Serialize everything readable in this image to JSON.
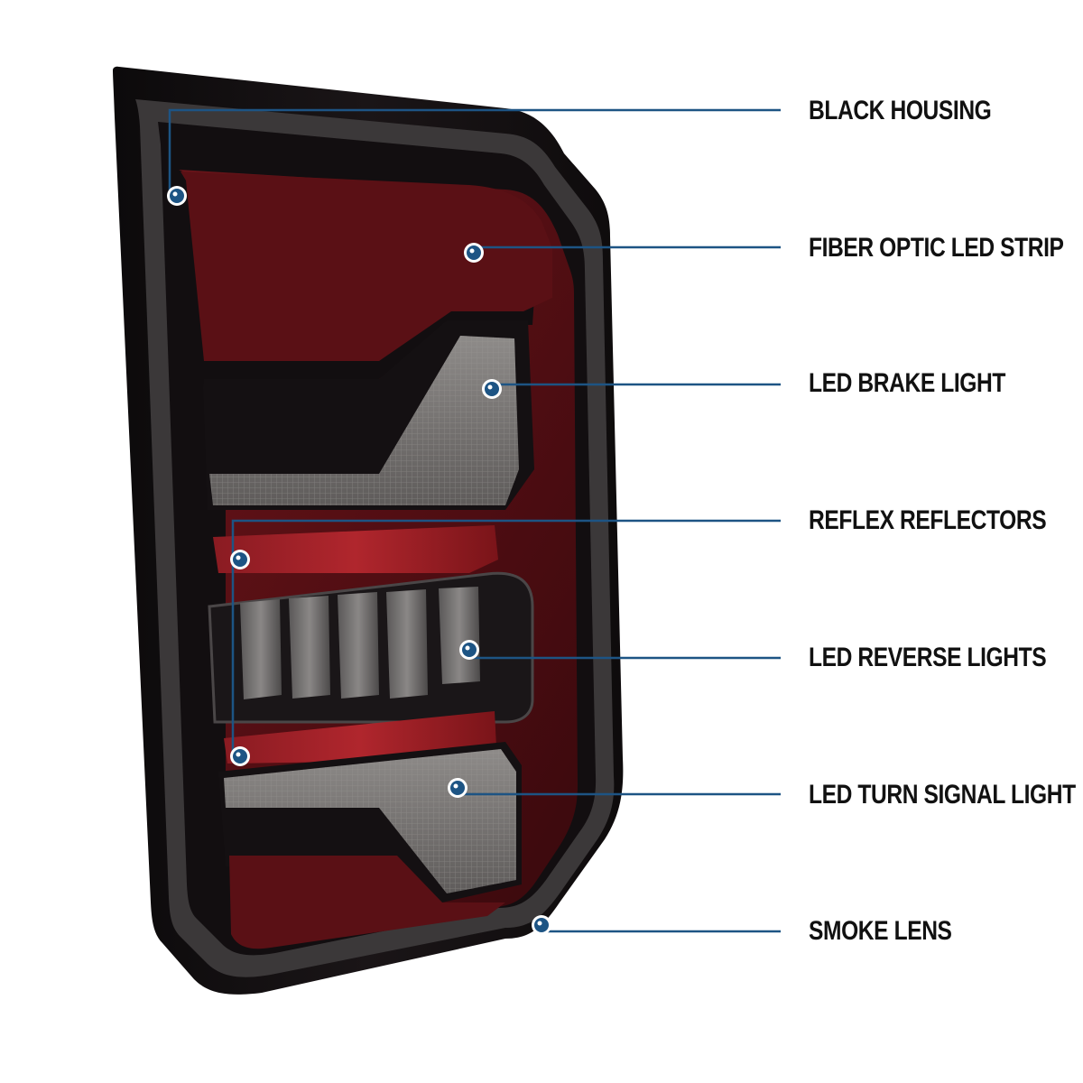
{
  "colors": {
    "callout_line": "#1d5484",
    "callout_dot": "#1d5484",
    "label_text": "#111111",
    "housing": "#141013",
    "red_lens": "#5a1014",
    "smoke_lens": "#6e6b6a"
  },
  "callouts": [
    {
      "id": "black-housing",
      "label": "BLACK HOUSING"
    },
    {
      "id": "fiber-optic-led-strip",
      "label": "FIBER OPTIC LED STRIP"
    },
    {
      "id": "led-brake-light",
      "label": "LED BRAKE LIGHT"
    },
    {
      "id": "reflex-reflectors",
      "label": "REFLEX REFLECTORS"
    },
    {
      "id": "led-reverse-lights",
      "label": "LED REVERSE LIGHTS"
    },
    {
      "id": "led-turn-signal-light",
      "label": "LED TURN SIGNAL LIGHT"
    },
    {
      "id": "smoke-lens",
      "label": "SMOKE LENS"
    }
  ]
}
